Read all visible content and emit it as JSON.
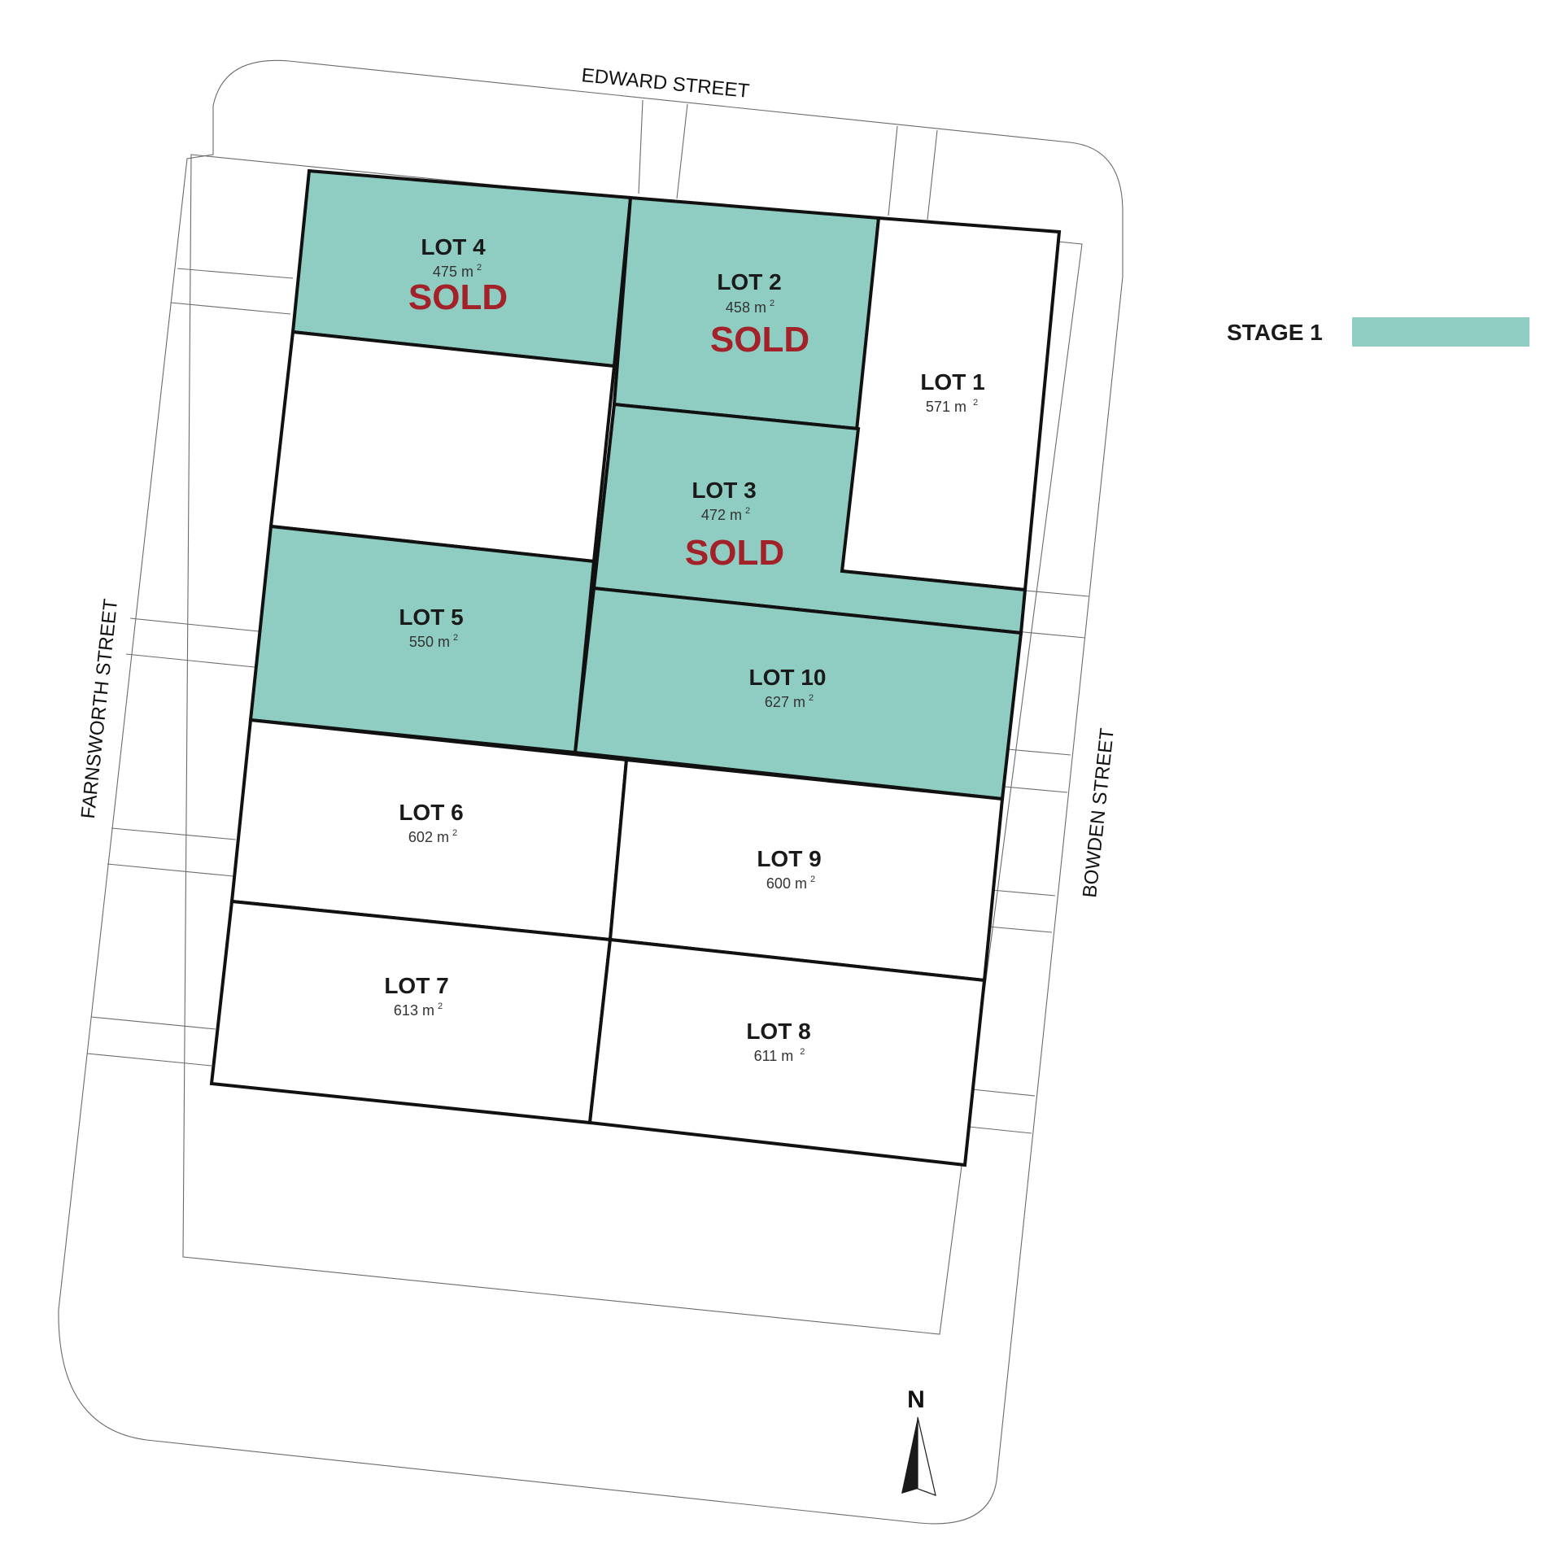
{
  "colors": {
    "stage1": "#8fcdc3",
    "sold": "#a32128",
    "lot_border": "#111111",
    "background": "#ffffff"
  },
  "streets": {
    "north": "EDWARD STREET",
    "west": "FARNSWORTH STREET",
    "east": "BOWDEN STREET"
  },
  "legend": {
    "label": "STAGE 1",
    "swatch_color": "#8fcdc3"
  },
  "north_arrow": {
    "label": "N",
    "icon": "north-arrow-icon"
  },
  "lots": [
    {
      "id": "lot-1",
      "name": "LOT 1",
      "area": "571 m",
      "area_unit_sup": "2",
      "stage1": false,
      "sold": ""
    },
    {
      "id": "lot-2",
      "name": "LOT 2",
      "area": "458 m",
      "area_unit_sup": "2",
      "stage1": true,
      "sold": "SOLD"
    },
    {
      "id": "lot-3",
      "name": "LOT 3",
      "area": "472 m",
      "area_unit_sup": "2",
      "stage1": true,
      "sold": "SOLD"
    },
    {
      "id": "lot-4",
      "name": "LOT 4",
      "area": "475 m",
      "area_unit_sup": "2",
      "stage1": true,
      "sold": "SOLD"
    },
    {
      "id": "lot-5",
      "name": "LOT 5",
      "area": "550 m",
      "area_unit_sup": "2",
      "stage1": true,
      "sold": ""
    },
    {
      "id": "lot-6",
      "name": "LOT 6",
      "area": "602 m",
      "area_unit_sup": "2",
      "stage1": false,
      "sold": ""
    },
    {
      "id": "lot-7",
      "name": "LOT 7",
      "area": "613 m",
      "area_unit_sup": "2",
      "stage1": false,
      "sold": ""
    },
    {
      "id": "lot-8",
      "name": "LOT 8",
      "area": "611 m",
      "area_unit_sup": "2",
      "stage1": false,
      "sold": ""
    },
    {
      "id": "lot-9",
      "name": "LOT 9",
      "area": "600 m",
      "area_unit_sup": "2",
      "stage1": false,
      "sold": ""
    },
    {
      "id": "lot-10",
      "name": "LOT 10",
      "area": "627 m",
      "area_unit_sup": "2",
      "stage1": true,
      "sold": ""
    }
  ]
}
